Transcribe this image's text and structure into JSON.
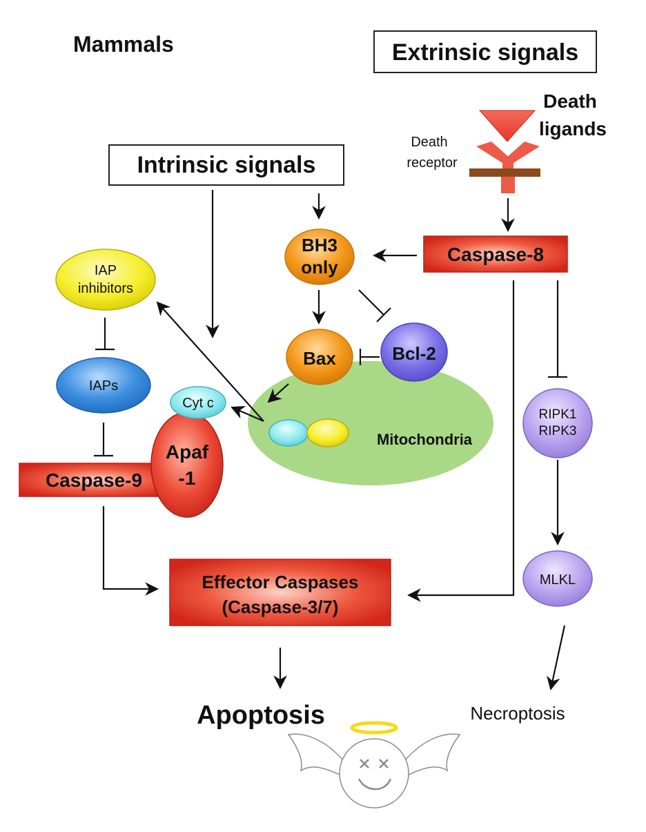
{
  "labels": {
    "mammals": "Mammals",
    "extrinsic_signals": "Extrinsic signals",
    "intrinsic_signals": "Intrinsic signals",
    "death_ligands_1": "Death",
    "death_ligands_2": "ligands",
    "death_receptor_1": "Death",
    "death_receptor_2": "receptor",
    "caspase8": "Caspase-8",
    "bh3_1": "BH3",
    "bh3_2": "only",
    "iap_inhibitors_1": "IAP",
    "iap_inhibitors_2": "inhibitors",
    "iaps": "IAPs",
    "bax": "Bax",
    "bcl2": "Bcl-2",
    "cytc": "Cyt c",
    "apaf_1": "Apaf",
    "apaf_2": "-1",
    "mitochondria": "Mitochondria",
    "caspase9": "Caspase-9",
    "ripk1": "RIPK1",
    "ripk3": "RIPK3",
    "mlkl": "MLKL",
    "effector_1": "Effector Caspases",
    "effector_2": "(Caspase-3/7)",
    "apoptosis": "Apoptosis",
    "necroptosis": "Necroptosis"
  },
  "colors": {
    "caspase_red": "#e8382a",
    "orange": "#f59a1c",
    "yellow": "#f5ee2a",
    "blue": "#3d8fe0",
    "purple": "#7d72e8",
    "light_purple": "#b8a2ee",
    "cyan": "#8ee8ee",
    "mito_green": "#a9d886",
    "receptor_brown": "#8b4a1c"
  }
}
